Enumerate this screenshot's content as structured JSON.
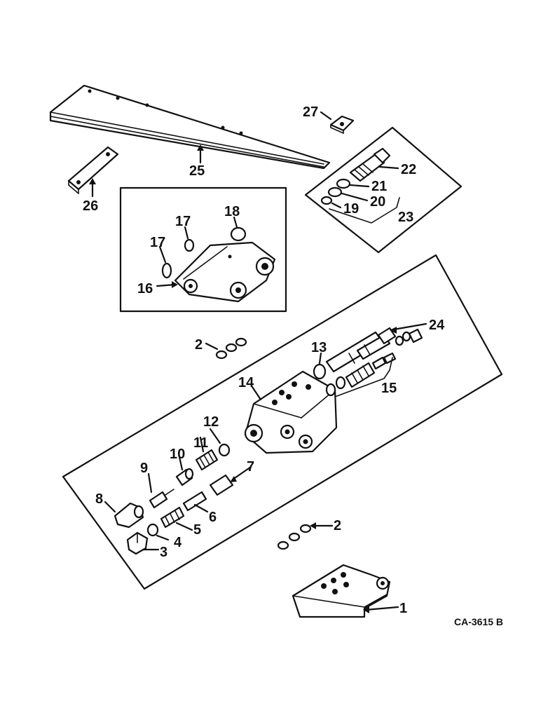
{
  "callouts": {
    "c1": "1",
    "c2a": "2",
    "c2b": "2",
    "c3": "3",
    "c4": "4",
    "c5": "5",
    "c6": "6",
    "c7": "7",
    "c8": "8",
    "c9": "9",
    "c10": "10",
    "c11": "11",
    "c12": "12",
    "c13": "13",
    "c14": "14",
    "c15": "15",
    "c16": "16",
    "c17a": "17",
    "c17b": "17",
    "c18": "18",
    "c19": "19",
    "c20": "20",
    "c21": "21",
    "c22": "22",
    "c23": "23",
    "c24": "24",
    "c25": "25",
    "c26": "26",
    "c27": "27"
  },
  "reference_code": "CA-3615 B"
}
